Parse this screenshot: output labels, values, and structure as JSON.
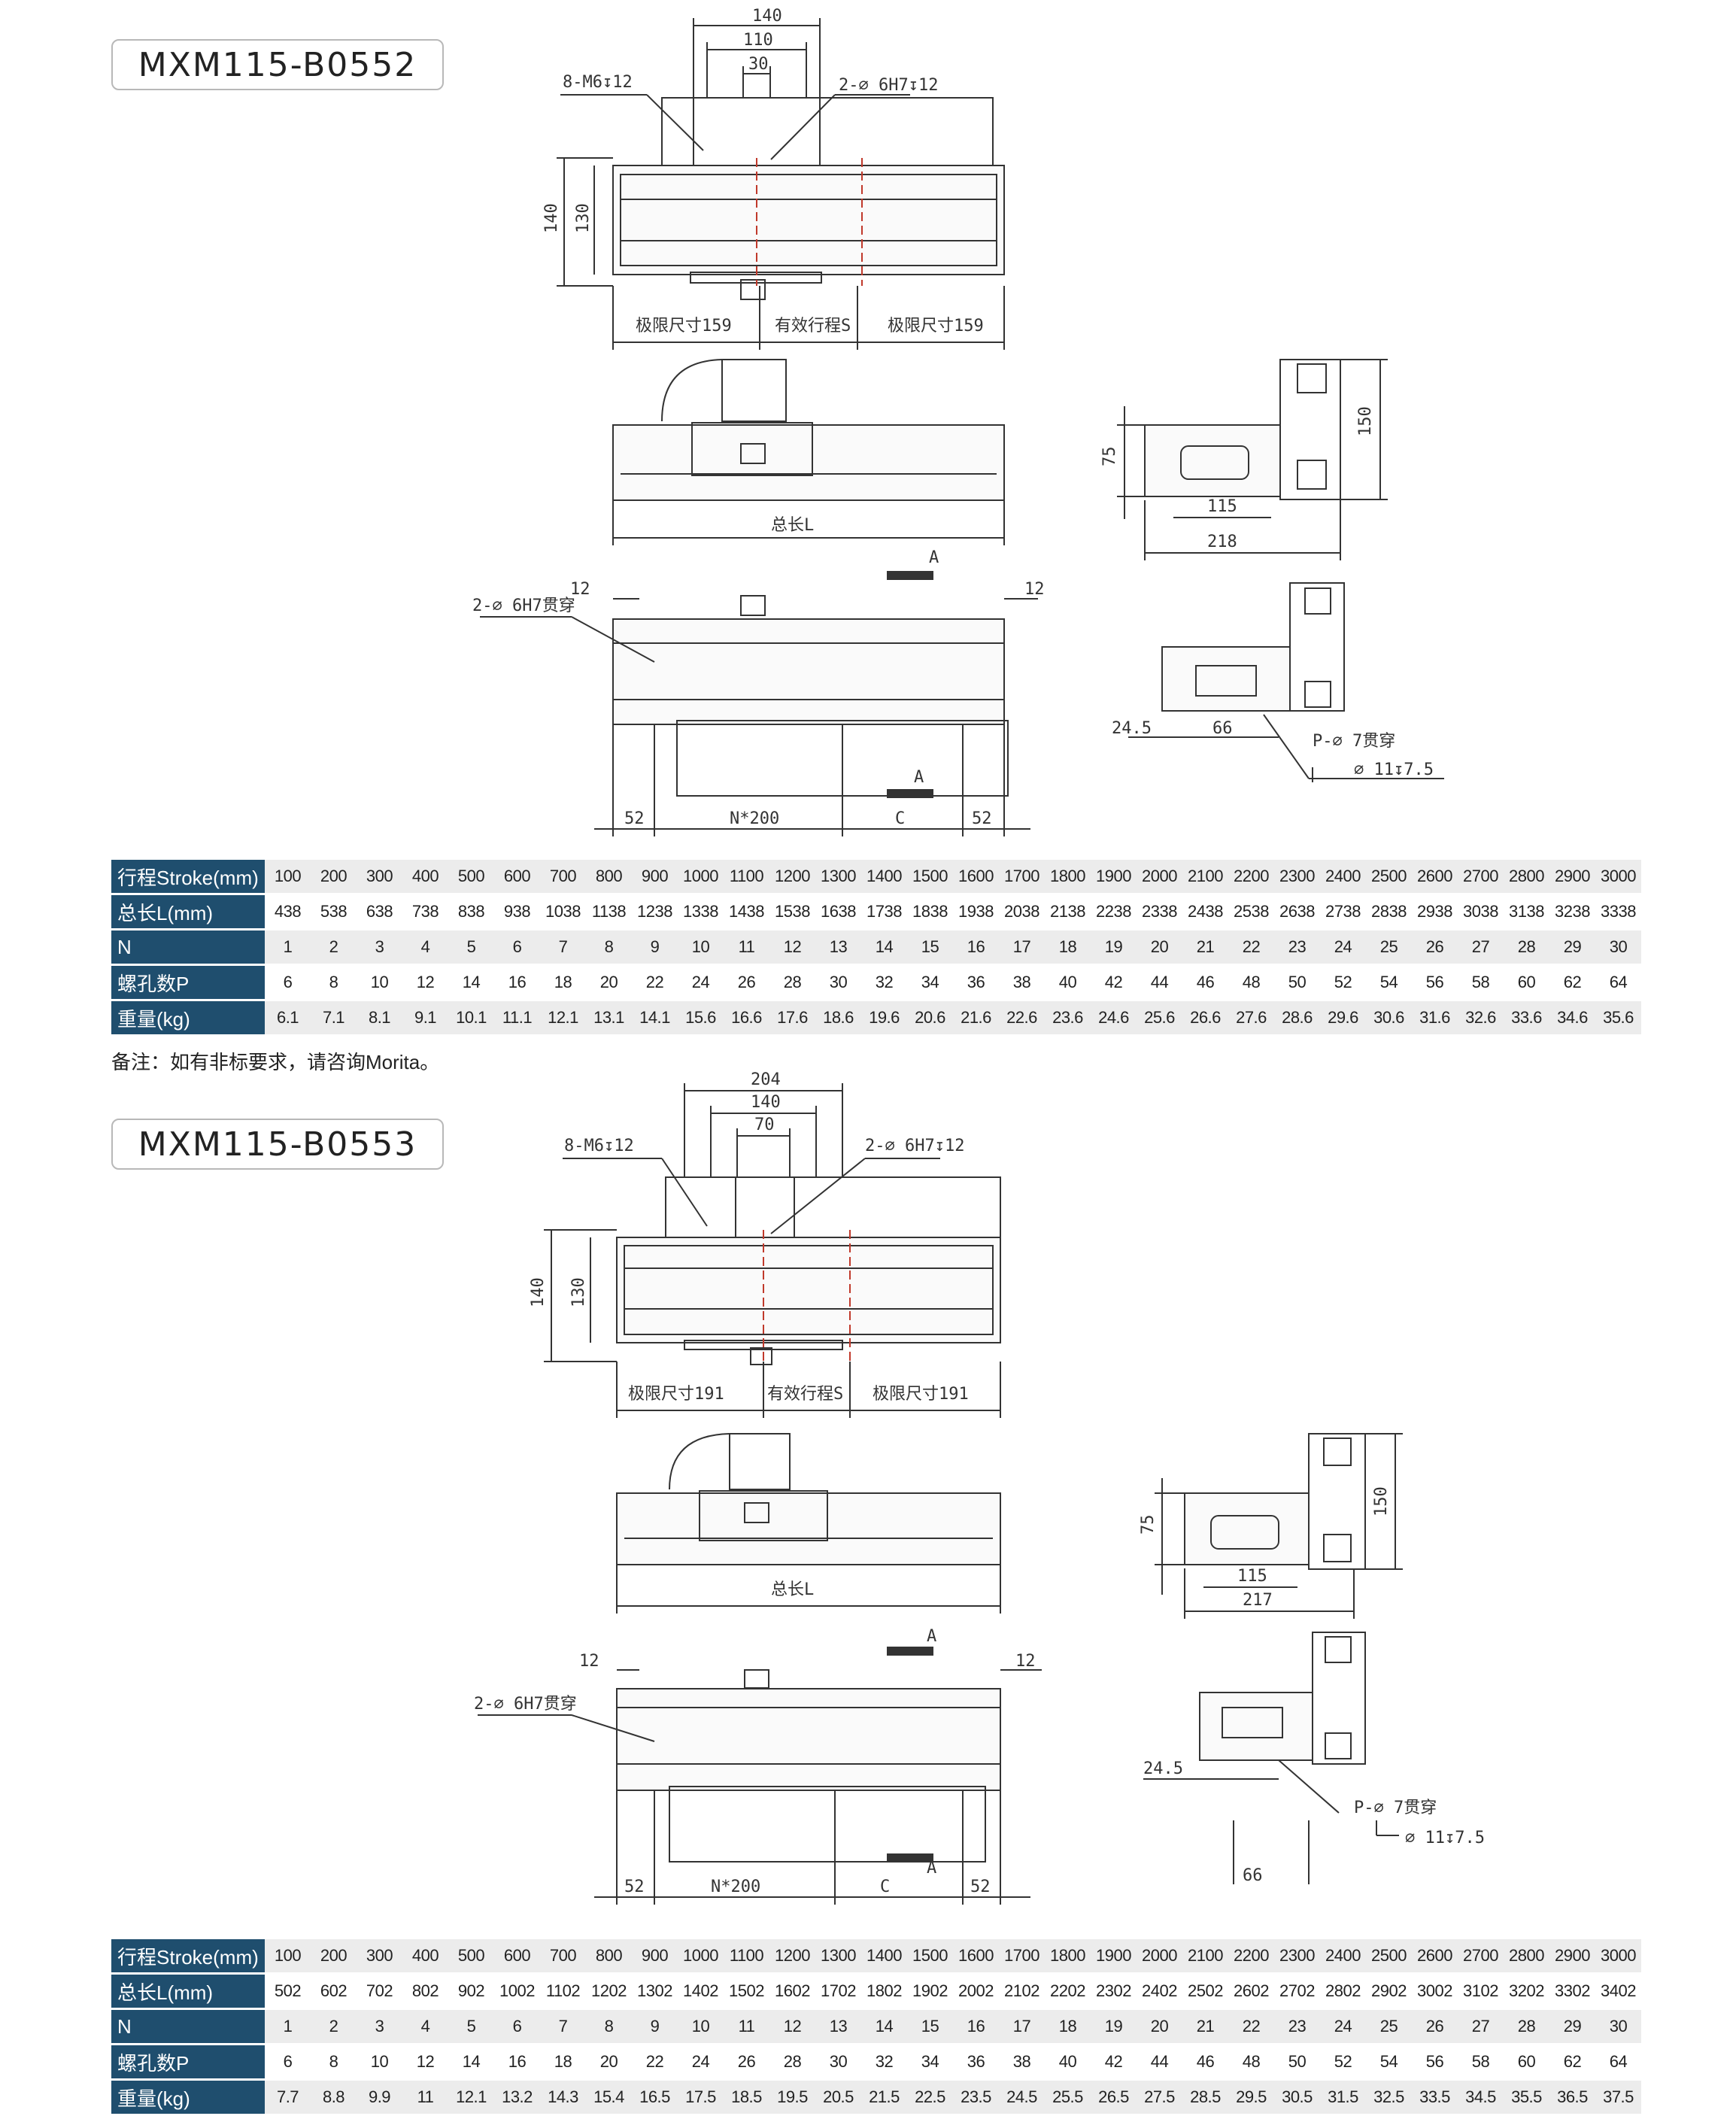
{
  "models": [
    {
      "name": "MXM115-B0552",
      "dims": {
        "top_width": "140",
        "mid_width": "110",
        "inner_width": "30",
        "holes_m6": "8-M6↧12",
        "holes_h7": "2-⌀ 6H7↧12",
        "height_outer": "140",
        "height_inner": "130",
        "limit_left": "极限尺寸159",
        "effective": "有效行程S",
        "limit_right": "极限尺寸159",
        "total_length": "总长L",
        "side_h1": "75",
        "side_h2": "150",
        "side_w1": "115",
        "side_w2": "218",
        "bottom_left": "12",
        "bottom_right": "12",
        "thru_holes": "2-⌀ 6H7贯穿",
        "section_a1": "A",
        "section_a2": "A",
        "bottom_52a": "52",
        "bottom_n200": "N*200",
        "bottom_c": "C",
        "bottom_52b": "52",
        "end_24": "24.5",
        "end_66": "66",
        "p_holes": "P-⌀ 7贯穿",
        "counterbore": "⌀ 11↧7.5"
      },
      "table": {
        "rows": [
          {
            "label": "行程Stroke(mm)",
            "values": [
              "100",
              "200",
              "300",
              "400",
              "500",
              "600",
              "700",
              "800",
              "900",
              "1000",
              "1100",
              "1200",
              "1300",
              "1400",
              "1500",
              "1600",
              "1700",
              "1800",
              "1900",
              "2000",
              "2100",
              "2200",
              "2300",
              "2400",
              "2500",
              "2600",
              "2700",
              "2800",
              "2900",
              "3000"
            ]
          },
          {
            "label": "总长L(mm)",
            "values": [
              "438",
              "538",
              "638",
              "738",
              "838",
              "938",
              "1038",
              "1138",
              "1238",
              "1338",
              "1438",
              "1538",
              "1638",
              "1738",
              "1838",
              "1938",
              "2038",
              "2138",
              "2238",
              "2338",
              "2438",
              "2538",
              "2638",
              "2738",
              "2838",
              "2938",
              "3038",
              "3138",
              "3238",
              "3338"
            ]
          },
          {
            "label": "N",
            "values": [
              "1",
              "2",
              "3",
              "4",
              "5",
              "6",
              "7",
              "8",
              "9",
              "10",
              "11",
              "12",
              "13",
              "14",
              "15",
              "16",
              "17",
              "18",
              "19",
              "20",
              "21",
              "22",
              "23",
              "24",
              "25",
              "26",
              "27",
              "28",
              "29",
              "30"
            ]
          },
          {
            "label": "螺孔数P",
            "values": [
              "6",
              "8",
              "10",
              "12",
              "14",
              "16",
              "18",
              "20",
              "22",
              "24",
              "26",
              "28",
              "30",
              "32",
              "34",
              "36",
              "38",
              "40",
              "42",
              "44",
              "46",
              "48",
              "50",
              "52",
              "54",
              "56",
              "58",
              "60",
              "62",
              "64"
            ]
          },
          {
            "label": "重量(kg)",
            "values": [
              "6.1",
              "7.1",
              "8.1",
              "9.1",
              "10.1",
              "11.1",
              "12.1",
              "13.1",
              "14.1",
              "15.6",
              "16.6",
              "17.6",
              "18.6",
              "19.6",
              "20.6",
              "21.6",
              "22.6",
              "23.6",
              "24.6",
              "25.6",
              "26.6",
              "27.6",
              "28.6",
              "29.6",
              "30.6",
              "31.6",
              "32.6",
              "33.6",
              "34.6",
              "35.6"
            ]
          }
        ]
      }
    },
    {
      "name": "MXM115-B0553",
      "dims": {
        "top_width": "204",
        "mid_width": "140",
        "inner_width": "70",
        "holes_m6": "8-M6↧12",
        "holes_h7": "2-⌀ 6H7↧12",
        "height_outer": "140",
        "height_inner": "130",
        "limit_left": "极限尺寸191",
        "effective": "有效行程S",
        "limit_right": "极限尺寸191",
        "total_length": "总长L",
        "side_h1": "75",
        "side_h2": "150",
        "side_w1": "115",
        "side_w2": "217",
        "bottom_left": "12",
        "bottom_right": "12",
        "thru_holes": "2-⌀ 6H7贯穿",
        "section_a1": "A",
        "section_a2": "A",
        "bottom_52a": "52",
        "bottom_n200": "N*200",
        "bottom_c": "C",
        "bottom_52b": "52",
        "end_24": "24.5",
        "end_66": "66",
        "p_holes": "P-⌀ 7贯穿",
        "counterbore": "⌀ 11↧7.5"
      },
      "table": {
        "rows": [
          {
            "label": "行程Stroke(mm)",
            "values": [
              "100",
              "200",
              "300",
              "400",
              "500",
              "600",
              "700",
              "800",
              "900",
              "1000",
              "1100",
              "1200",
              "1300",
              "1400",
              "1500",
              "1600",
              "1700",
              "1800",
              "1900",
              "2000",
              "2100",
              "2200",
              "2300",
              "2400",
              "2500",
              "2600",
              "2700",
              "2800",
              "2900",
              "3000"
            ]
          },
          {
            "label": "总长L(mm)",
            "values": [
              "502",
              "602",
              "702",
              "802",
              "902",
              "1002",
              "1102",
              "1202",
              "1302",
              "1402",
              "1502",
              "1602",
              "1702",
              "1802",
              "1902",
              "2002",
              "2102",
              "2202",
              "2302",
              "2402",
              "2502",
              "2602",
              "2702",
              "2802",
              "2902",
              "3002",
              "3102",
              "3202",
              "3302",
              "3402"
            ]
          },
          {
            "label": "N",
            "values": [
              "1",
              "2",
              "3",
              "4",
              "5",
              "6",
              "7",
              "8",
              "9",
              "10",
              "11",
              "12",
              "13",
              "14",
              "15",
              "16",
              "17",
              "18",
              "19",
              "20",
              "21",
              "22",
              "23",
              "24",
              "25",
              "26",
              "27",
              "28",
              "29",
              "30"
            ]
          },
          {
            "label": "螺孔数P",
            "values": [
              "6",
              "8",
              "10",
              "12",
              "14",
              "16",
              "18",
              "20",
              "22",
              "24",
              "26",
              "28",
              "30",
              "32",
              "34",
              "36",
              "38",
              "40",
              "42",
              "44",
              "46",
              "48",
              "50",
              "52",
              "54",
              "56",
              "58",
              "60",
              "62",
              "64"
            ]
          },
          {
            "label": "重量(kg)",
            "values": [
              "7.7",
              "8.8",
              "9.9",
              "11",
              "12.1",
              "13.2",
              "14.3",
              "15.4",
              "16.5",
              "17.5",
              "18.5",
              "19.5",
              "20.5",
              "21.5",
              "22.5",
              "23.5",
              "24.5",
              "25.5",
              "26.5",
              "27.5",
              "28.5",
              "29.5",
              "30.5",
              "31.5",
              "32.5",
              "33.5",
              "34.5",
              "35.5",
              "36.5",
              "37.5"
            ]
          }
        ]
      }
    }
  ],
  "note": "备注：如有非标要求，请咨询Morita。"
}
